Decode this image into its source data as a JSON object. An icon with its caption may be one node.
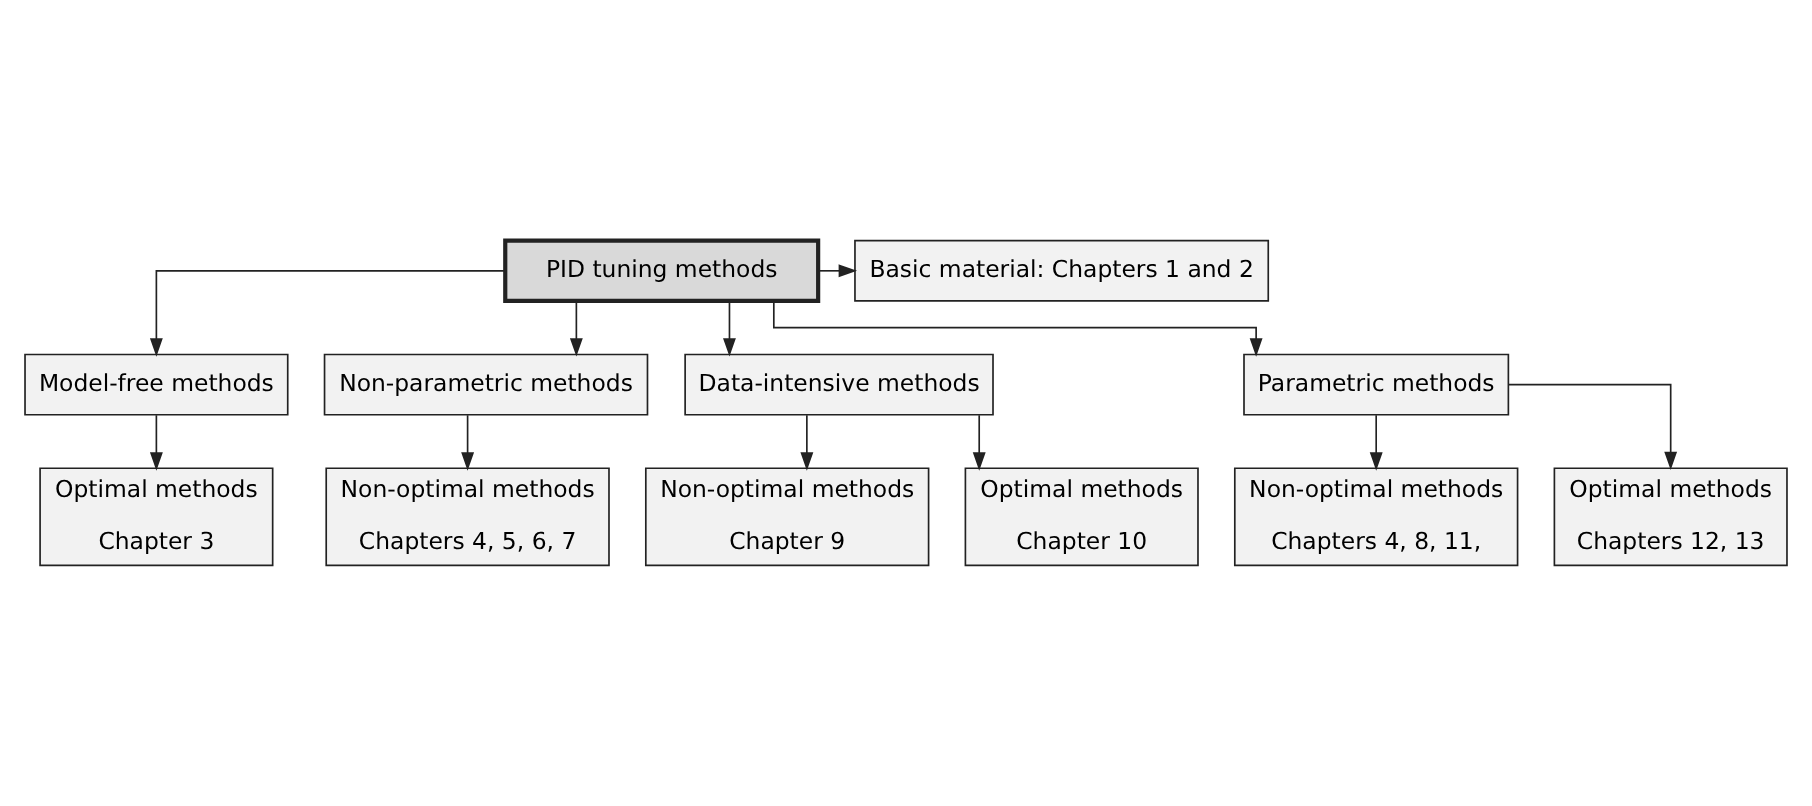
{
  "diagram": {
    "nodes": [
      {
        "text": [
          "PID tuning methods"
        ]
      },
      {
        "text": [
          "Basic material: Chapters 1 and 2"
        ]
      },
      {
        "text": [
          "Model-free methods"
        ]
      },
      {
        "text": [
          "Non-parametric methods"
        ]
      },
      {
        "text": [
          "Data-intensive methods"
        ]
      },
      {
        "text": [
          "Parametric methods"
        ]
      },
      {
        "text": [
          "Optimal methods",
          "Chapter 3"
        ]
      },
      {
        "text": [
          "Non-optimal methods",
          "Chapters 4, 5, 6, 7"
        ]
      },
      {
        "text": [
          "Non-optimal methods",
          "Chapter 9"
        ]
      },
      {
        "text": [
          "Optimal methods",
          "Chapter 10"
        ]
      },
      {
        "text": [
          "Non-optimal methods",
          "Chapters 4, 8, 11,"
        ]
      },
      {
        "text": [
          "Optimal methods",
          "Chapters 12, 13"
        ]
      }
    ],
    "edges": [
      {
        "from": 0,
        "to": 1,
        "arrow": "to"
      },
      {
        "from": 0,
        "to": 2,
        "arrow": "to"
      },
      {
        "from": 0,
        "to": 3,
        "arrow": "to"
      },
      {
        "from": 0,
        "to": 4,
        "arrow": "to"
      },
      {
        "from": 0,
        "to": 5,
        "arrow": "to"
      },
      {
        "from": 2,
        "to": 6,
        "arrow": "to"
      },
      {
        "from": 3,
        "to": 7,
        "arrow": "to"
      },
      {
        "from": 4,
        "to": 8,
        "arrow": "to"
      },
      {
        "from": 4,
        "to": 9,
        "arrow": "to"
      },
      {
        "from": 5,
        "to": 10,
        "arrow": "to"
      },
      {
        "from": 5,
        "to": 11,
        "arrow": "to"
      }
    ]
  }
}
